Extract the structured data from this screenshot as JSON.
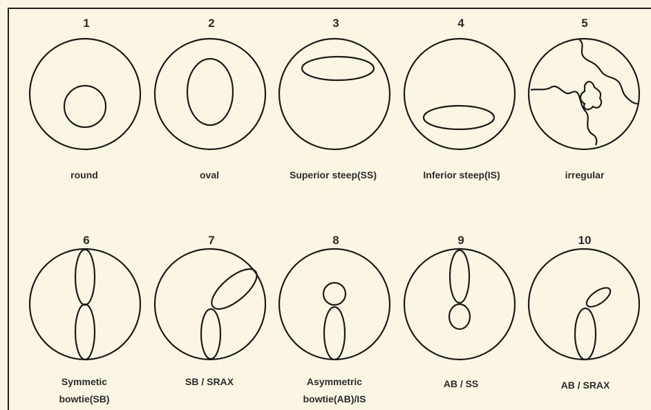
{
  "patterns": [
    {
      "number": "1",
      "caption": [
        "round"
      ]
    },
    {
      "number": "2",
      "caption": [
        "oval"
      ]
    },
    {
      "number": "3",
      "caption": [
        "Superior steep(SS)"
      ]
    },
    {
      "number": "4",
      "caption": [
        "Inferior steep(IS)"
      ]
    },
    {
      "number": "5",
      "caption": [
        "irregular"
      ]
    },
    {
      "number": "6",
      "caption": [
        "Symmetic",
        "bowtie(SB)"
      ]
    },
    {
      "number": "7",
      "caption": [
        "SB / SRAX"
      ]
    },
    {
      "number": "8",
      "caption": [
        "Asymmetric",
        "bowtie(AB)/IS"
      ]
    },
    {
      "number": "9",
      "caption": [
        "AB / SS"
      ]
    },
    {
      "number": "10",
      "caption": [
        "AB / SRAX"
      ]
    }
  ]
}
